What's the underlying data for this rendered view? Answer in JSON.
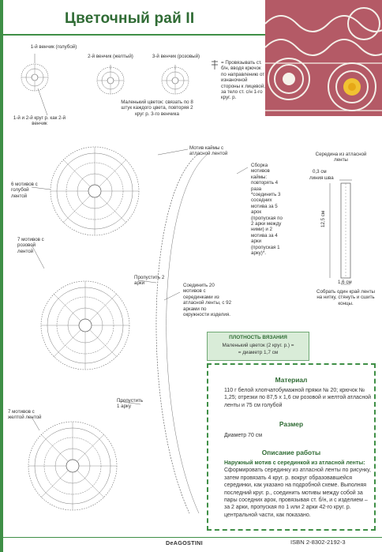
{
  "header": {
    "title": "Цветочный рай II"
  },
  "labels": {
    "m1": "1-й венчик (голубой)",
    "m2": "2-й венчик (желтый)",
    "m3": "3-й венчик (розовый)",
    "m1b": "1-й и 2-й круг р. как 2-й венчик",
    "legend": "= Провязывать ст. б/н, вводя крючок по направлению от изнаночной стороны к лицевой, за тело ст. с/н 1-го круг. р.",
    "small_flower": "Маленький цветок: связать по 8 штук каждого цвета, повторяя 2 круг р. 3-го венчика",
    "border_motif": "Мотив каймы с атласной лентой",
    "center_ribbon": "Середина из атласной ленты",
    "dim_03": "0,3 см",
    "seam": "линия шва",
    "dim_125": "12,5 см",
    "dim_16": "1,6 см",
    "gather": "Собрать один край ленты на нитку, стянуть и сшить концы.",
    "assembly": "Сборка мотивов каймы: повторять 4 раза *соединить 3 соседних мотива за 5 арок (пропуская по 2 арки между ними) и 2 мотива за 4 арки (пропуская 1 арку)*.",
    "blue6": "6 мотивов с голубой лентой",
    "pink7": "7 мотивов с розовой лентой",
    "yellow7": "7 мотивов с желтой лентой",
    "skip2": "Пропустить 2 арки",
    "skip1": "Пропустить 1 арку",
    "connect20": "Соединить 20 мотивов с серединками из атласной ленты, с 92 арками по окружности изделия."
  },
  "density": {
    "heading": "ПЛОТНОСТЬ ВЯЗАНИЯ",
    "line1": "Маленький цветок (2 круг. р.) =",
    "line2": "= диаметр 1,7 см"
  },
  "material": {
    "heading": "Материал",
    "text": "110 г белой хлопчатобумажной пряжи № 20; крючок № 1,25; отрезки по 87,5 x 1,6 см розовой и желтой атласной ленты и 75 см голубой"
  },
  "size": {
    "heading": "Размер",
    "text": "Диаметр 70 см"
  },
  "work": {
    "heading": "Описание работы",
    "lead": "Наружный мотив с серединкой из атласной ленты:",
    "text": "Сформировать серединку из атласной ленты по рисунку, затем провязать 4 круг. р. вокруг образовавшейся серединки, как указано на подробной схеме. Выполняя последний круг. р., соединить мотивы между собой за пары соседних арок, провязывая ст. б/н, и с изделием – за 2 арки, пропуская по 1 или 2 арки 42-го круг. р. центральной части, как показано."
  },
  "footer": {
    "brand": "DeAGOSTINI",
    "isbn": "ISBN 2-8302-2192-3"
  },
  "colors": {
    "accent": "#3f8f46",
    "accent_dark": "#2f6b34",
    "box_fill": "#d9ecd8"
  }
}
